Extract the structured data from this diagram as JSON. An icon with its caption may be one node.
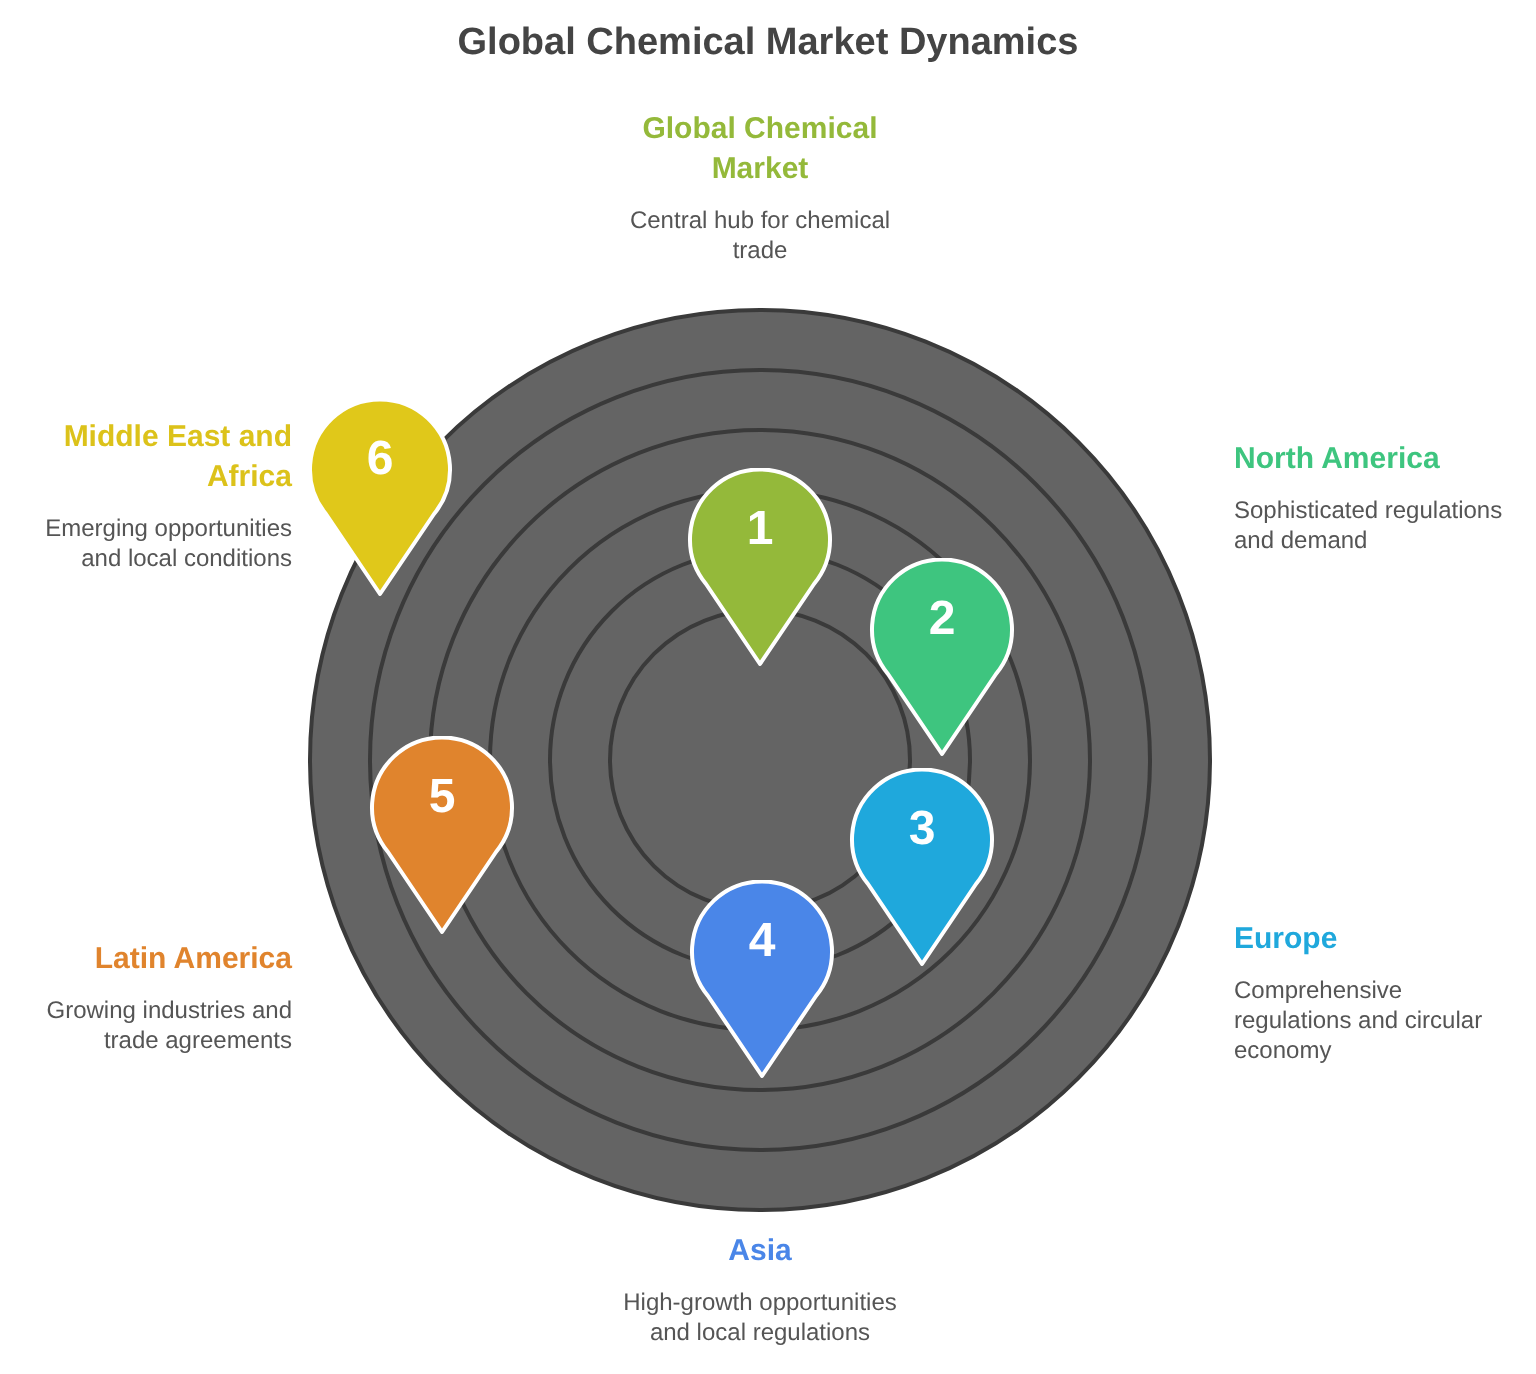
{
  "diagram": {
    "title": "Global Chemical Market Dynamics",
    "nodes": [
      {
        "text": [
          "Global Chemical Market",
          "Central hub for chemical trade"
        ]
      },
      {
        "text": [
          "Middle East and Africa",
          "Emerging opportunities and local conditions"
        ]
      },
      {
        "text": [
          "North America",
          "Sophisticated regulations and demand"
        ]
      },
      {
        "text": [
          "6"
        ]
      },
      {
        "text": [
          "1"
        ]
      },
      {
        "text": [
          "2"
        ]
      },
      {
        "text": [
          "5"
        ]
      },
      {
        "text": [
          "3"
        ]
      },
      {
        "text": [
          "Europe",
          "Comprehensive regulations and circular economy"
        ]
      },
      {
        "text": [
          "Latin America",
          "Growing industries and trade agreements"
        ]
      },
      {
        "text": [
          "4"
        ]
      },
      {
        "text": [
          "Asia",
          "High-growth opportunities and local regulations"
        ]
      }
    ],
    "edges": []
  }
}
